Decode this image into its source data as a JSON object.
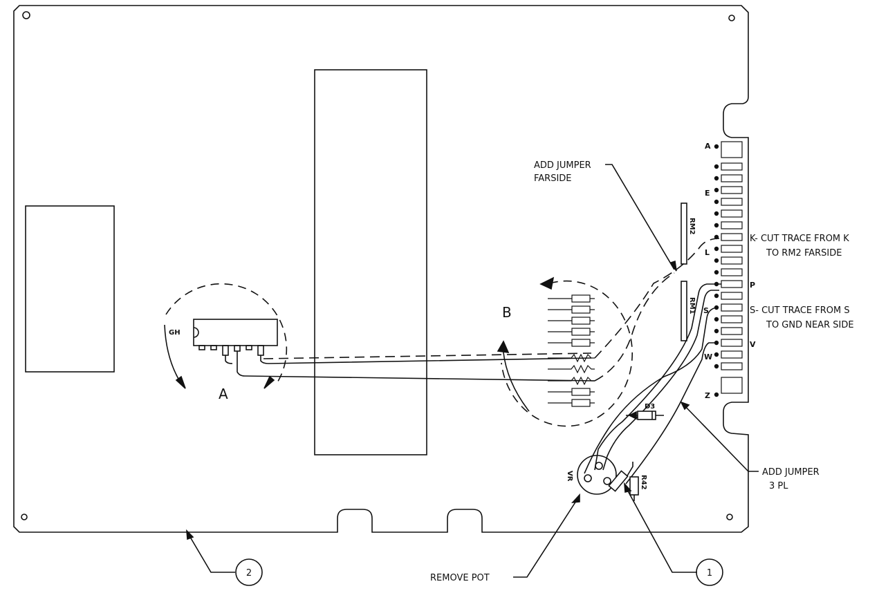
{
  "callouts": {
    "add_jumper_farside_1": "ADD JUMPER",
    "add_jumper_farside_2": "FARSIDE",
    "cut_trace_k_1": "K- CUT TRACE FROM K",
    "cut_trace_k_2": "TO RM2 FARSIDE",
    "cut_trace_s_1": "S- CUT TRACE FROM S",
    "cut_trace_s_2": "TO GND NEAR SIDE",
    "add_jumper_3pl_1": "ADD JUMPER",
    "add_jumper_3pl_2": "3 PL",
    "remove_pot": "REMOVE POT"
  },
  "balloons": {
    "one": "1",
    "two": "2"
  },
  "detail_labels": {
    "a": "A",
    "b": "B"
  },
  "components": {
    "ic": "GH",
    "rm1": "RM1",
    "rm2": "RM2",
    "diode": "D3",
    "pot": "VR",
    "resistor": "R42"
  },
  "edge_pins": [
    "A",
    "E",
    "L",
    "P",
    "S",
    "V",
    "W",
    "Z"
  ],
  "colors": {
    "ink": "#111111",
    "paper": "#ffffff"
  }
}
